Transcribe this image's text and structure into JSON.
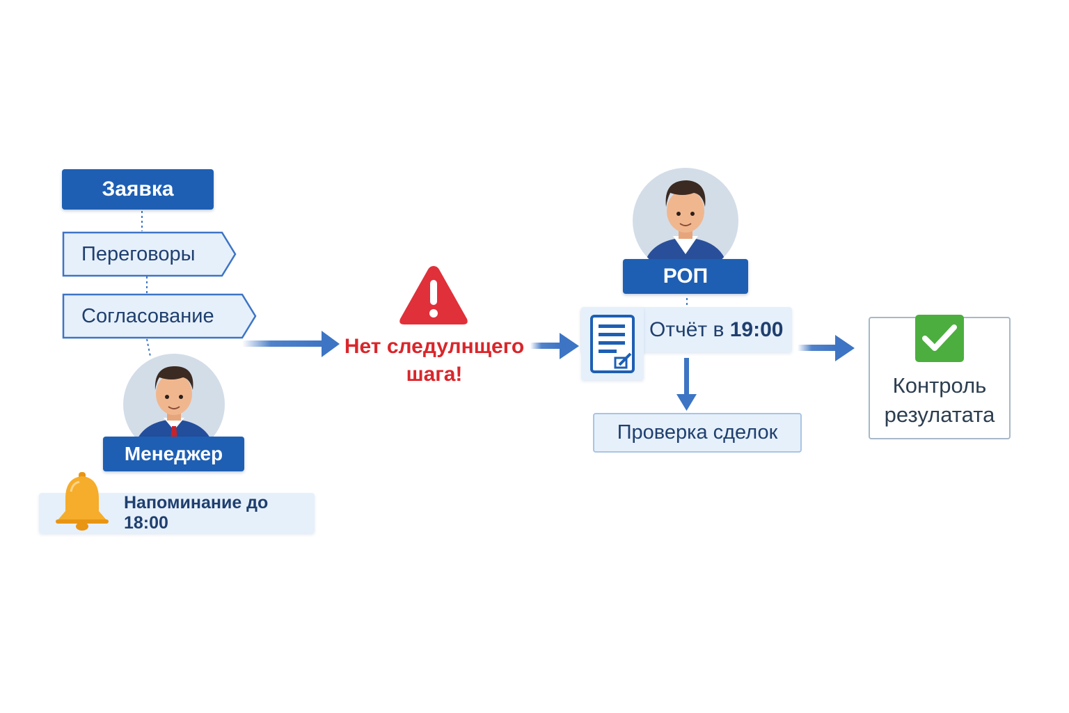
{
  "pipeline": {
    "title": "Заявка",
    "steps": [
      "Переговоры",
      "Согласование"
    ]
  },
  "manager": {
    "role": "Менеджер",
    "reminder": "Напоминание до 18:00"
  },
  "warning": {
    "line1": "Нет следулнщего",
    "line2": "шага!"
  },
  "rop": {
    "role": "РОП",
    "report_prefix": "Отчёт в ",
    "report_time": "19:00",
    "check_deals": "Проверка сделок"
  },
  "result": {
    "line1": "Контроль",
    "line2": "резулатата"
  },
  "icons": {
    "reminder": "bell-icon",
    "warning": "warning-triangle-icon",
    "report": "document-icon",
    "result": "check-icon"
  },
  "colors": {
    "primary": "#1e5fb3",
    "arrow": "#3d74c4",
    "warning": "#d9262b",
    "success": "#4caf3e",
    "bell": "#f5a623"
  }
}
